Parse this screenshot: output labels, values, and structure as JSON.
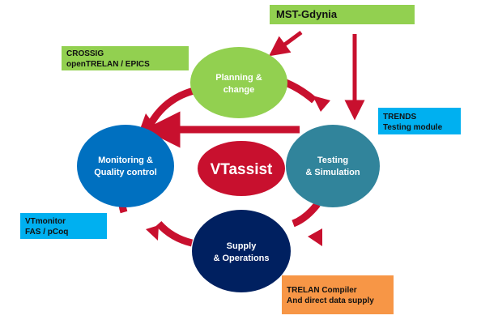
{
  "colors": {
    "arrow": "#c8102e",
    "planning": "#92d050",
    "testing": "#31849b",
    "monitoring": "#0070c0",
    "supply": "#002060",
    "center": "#c8102e",
    "green_box": "#92d050",
    "cyan_box": "#00b0f0",
    "orange_box": "#f79646"
  },
  "nodes": {
    "planning": {
      "line1": "Planning &",
      "line2": "change"
    },
    "testing": {
      "line1": "Testing",
      "line2": "& Simulation"
    },
    "monitoring": {
      "line1": "Monitoring &",
      "line2": "Quality control"
    },
    "supply": {
      "line1": "Supply",
      "line2": "& Operations"
    },
    "center": {
      "label": "VTassist"
    }
  },
  "boxes": {
    "mst": {
      "label": "MST-Gdynia"
    },
    "crossig": {
      "line1": "CROSSIG",
      "line2": "openTRELAN / EPICS"
    },
    "trends": {
      "line1": "TRENDS",
      "line2": "Testing module"
    },
    "vtmonitor": {
      "line1": "VTmonitor",
      "line2": "FAS / pCoq"
    },
    "trelan": {
      "line1": "TRELAN Compiler",
      "line2": "And direct data supply"
    }
  }
}
